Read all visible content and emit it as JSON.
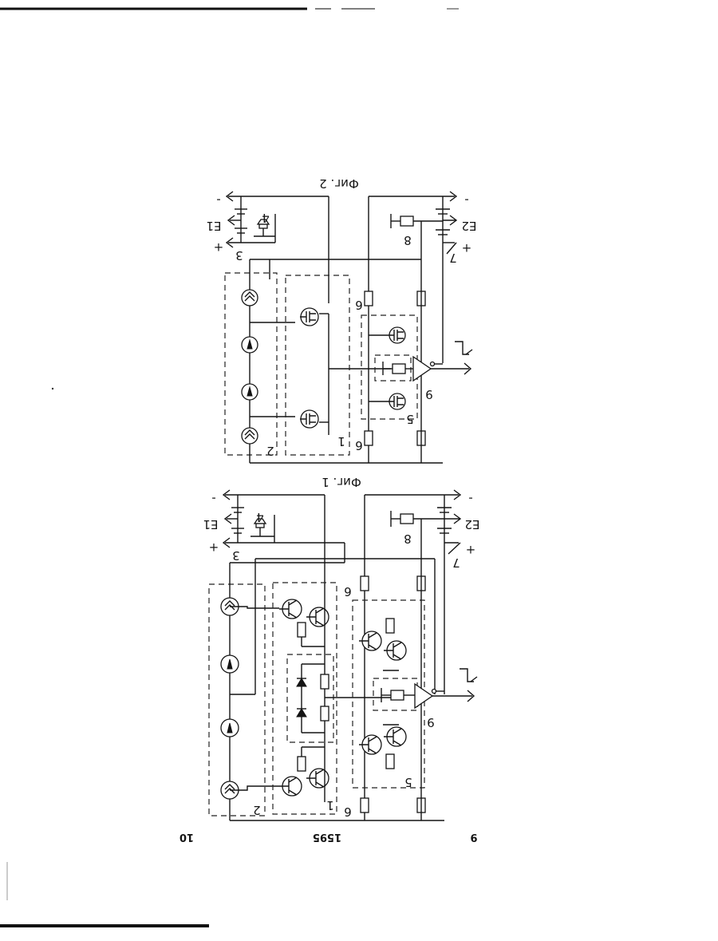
{
  "page": {
    "number_left": "10",
    "number_center": "1595",
    "number_right": "9"
  },
  "figures": [
    {
      "caption": "Фиг. 1",
      "labels": {
        "battery1": "E1",
        "battery2": "E2",
        "n1": "1",
        "n2": "2",
        "n3": "3",
        "n4": "4",
        "n5": "5",
        "n6a": "6",
        "n6b": "6",
        "n7": "7",
        "n8": "8",
        "n9": "9",
        "plus_left": "+",
        "minus_left": "-",
        "plus_right": "+",
        "minus_right": "-"
      }
    },
    {
      "caption": "Фиг. 2",
      "labels": {
        "battery1": "E1",
        "battery2": "E2",
        "n1": "1",
        "n2": "2",
        "n3": "3",
        "n4": "4",
        "n5": "5",
        "n6a": "6",
        "n6b": "6",
        "n7": "7",
        "n8": "8",
        "n9": "9",
        "plus_left": "+",
        "minus_left": "-",
        "plus_right": "+",
        "minus_right": "-"
      }
    }
  ]
}
